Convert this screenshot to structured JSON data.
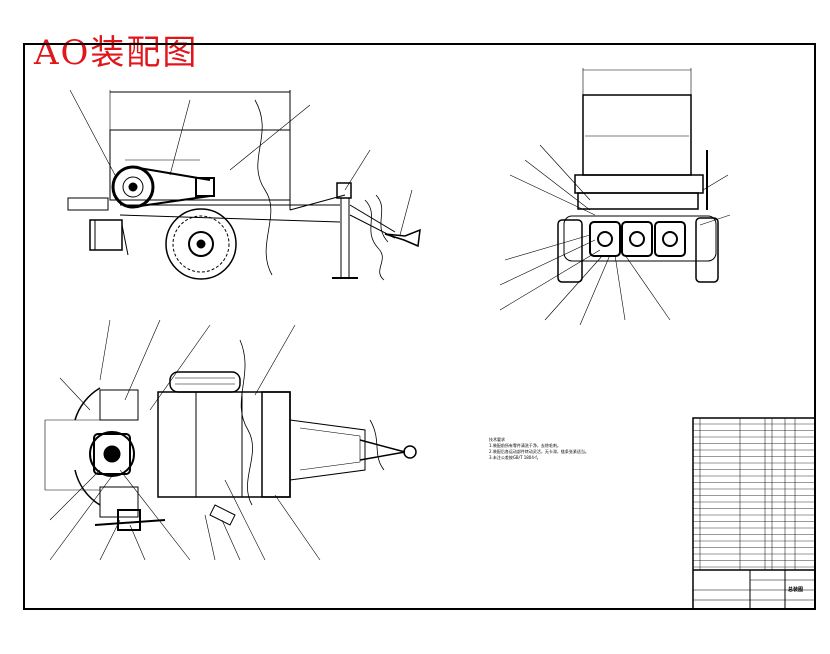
{
  "title": "AO装配图",
  "colors": {
    "title": "#e0161b",
    "line": "#000000",
    "background": "#ffffff"
  },
  "notes_heading": "技术要求",
  "notes": [
    "1.装配前所有零件清洗干净，去除毛刺。",
    "2.装配后各运动部件转动灵活，无卡滞，链条张紧适当。",
    "3.未注公差按GB/T 1804-f。"
  ],
  "title_block_label": "总装图"
}
